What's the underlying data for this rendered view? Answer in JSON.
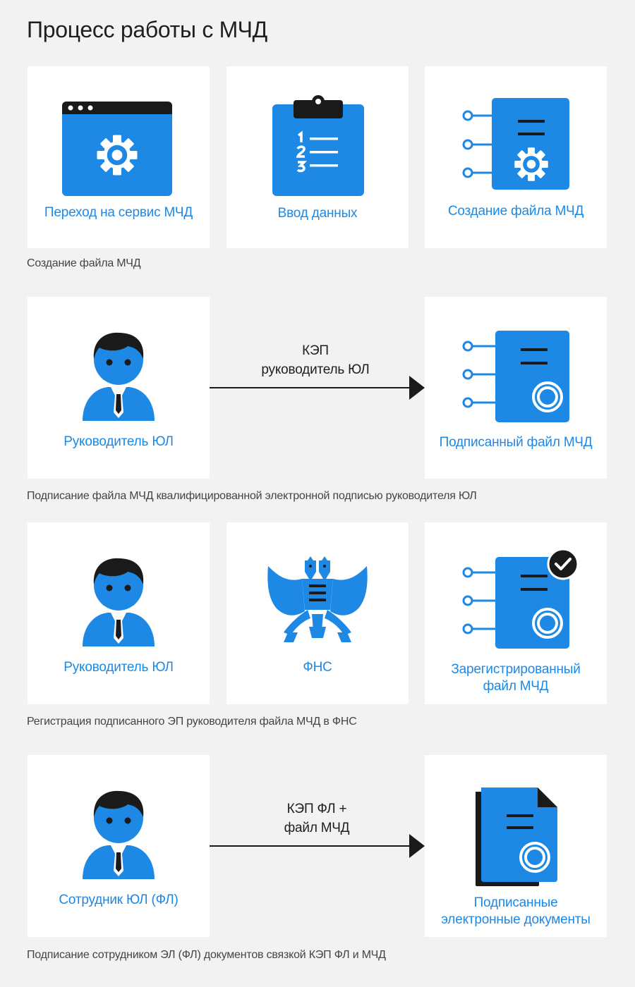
{
  "title": "Процесс работы с МЧД",
  "colors": {
    "accent": "#1e88e5",
    "dark": "#1a1a1a",
    "card_bg": "#ffffff",
    "page_bg": "#f2f2f2"
  },
  "steps": [
    {
      "cards": [
        {
          "icon": "browser-gear-icon",
          "label": "Переход на сервис МЧД"
        },
        {
          "icon": "clipboard-list-icon",
          "label": "Ввод данных"
        },
        {
          "icon": "document-gear-icon",
          "label": "Создание файла МЧД"
        }
      ],
      "caption": "Создание файла МЧД"
    },
    {
      "cards": [
        {
          "icon": "person-icon",
          "label": "Руководитель ЮЛ"
        },
        {
          "icon": "signed-document-icon",
          "label": "Подписанный файл МЧД"
        }
      ],
      "arrow_label": [
        "КЭП",
        "руководитель ЮЛ"
      ],
      "caption": "Подписание файла МЧД квалифицированной электронной подписью руководителя ЮЛ"
    },
    {
      "cards": [
        {
          "icon": "person-icon",
          "label": "Руководитель ЮЛ"
        },
        {
          "icon": "eagle-emblem-icon",
          "label": "ФНС"
        },
        {
          "icon": "registered-document-icon",
          "label": [
            "Зарегистрированный",
            "файл МЧД"
          ]
        }
      ],
      "caption": "Регистрация подписанного ЭП руководителя файла МЧД в ФНС"
    },
    {
      "cards": [
        {
          "icon": "person-icon",
          "label": "Сотрудник ЮЛ (ФЛ)"
        },
        {
          "icon": "documents-stack-icon",
          "label": [
            "Подписанные",
            "электронные документы"
          ]
        }
      ],
      "arrow_label": [
        "КЭП ФЛ +",
        "файл МЧД"
      ],
      "caption": "Подписание сотрудником ЭЛ (ФЛ) документов связкой КЭП ФЛ и МЧД"
    }
  ]
}
